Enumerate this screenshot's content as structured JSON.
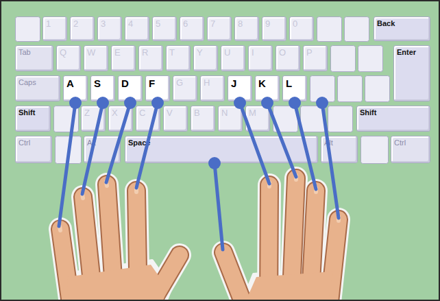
{
  "diagram": {
    "nodes": [
      {
        "text": [
          "1"
        ]
      },
      {
        "text": [
          "2"
        ]
      },
      {
        "text": [
          "3"
        ]
      },
      {
        "text": [
          "4"
        ]
      },
      {
        "text": [
          "5"
        ]
      },
      {
        "text": [
          "6"
        ]
      },
      {
        "text": [
          "7"
        ]
      },
      {
        "text": [
          "8"
        ]
      },
      {
        "text": [
          "9"
        ]
      },
      {
        "text": [
          "0"
        ]
      },
      {
        "text": [
          "Back"
        ]
      },
      {
        "text": [
          "Tab"
        ]
      },
      {
        "text": [
          "Q"
        ]
      },
      {
        "text": [
          "W"
        ]
      },
      {
        "text": [
          "E"
        ]
      },
      {
        "text": [
          "R"
        ]
      },
      {
        "text": [
          "T"
        ]
      },
      {
        "text": [
          "Y"
        ]
      },
      {
        "text": [
          "U"
        ]
      },
      {
        "text": [
          "I"
        ]
      },
      {
        "text": [
          "O"
        ]
      },
      {
        "text": [
          "P"
        ]
      },
      {
        "text": [
          "Enter"
        ]
      },
      {
        "text": [
          "Caps"
        ]
      },
      {
        "text": [
          "A"
        ]
      },
      {
        "text": [
          "S"
        ]
      },
      {
        "text": [
          "D"
        ]
      },
      {
        "text": [
          "F"
        ]
      },
      {
        "text": [
          "G"
        ]
      },
      {
        "text": [
          "H"
        ]
      },
      {
        "text": [
          "J"
        ]
      },
      {
        "text": [
          "K"
        ]
      },
      {
        "text": [
          "L"
        ]
      },
      {
        "text": [
          "Shift"
        ]
      },
      {
        "text": [
          "Z"
        ]
      },
      {
        "text": [
          "X"
        ]
      },
      {
        "text": [
          "C"
        ]
      },
      {
        "text": [
          "V"
        ]
      },
      {
        "text": [
          "B"
        ]
      },
      {
        "text": [
          "N"
        ]
      },
      {
        "text": [
          "M"
        ]
      },
      {
        "text": [
          "Shift"
        ]
      },
      {
        "text": [
          "Ctrl"
        ]
      },
      {
        "text": [
          "Alt"
        ]
      },
      {
        "text": [
          "Space"
        ]
      },
      {
        "text": [
          "Alt"
        ]
      },
      {
        "text": [
          "Ctrl"
        ]
      }
    ]
  }
}
